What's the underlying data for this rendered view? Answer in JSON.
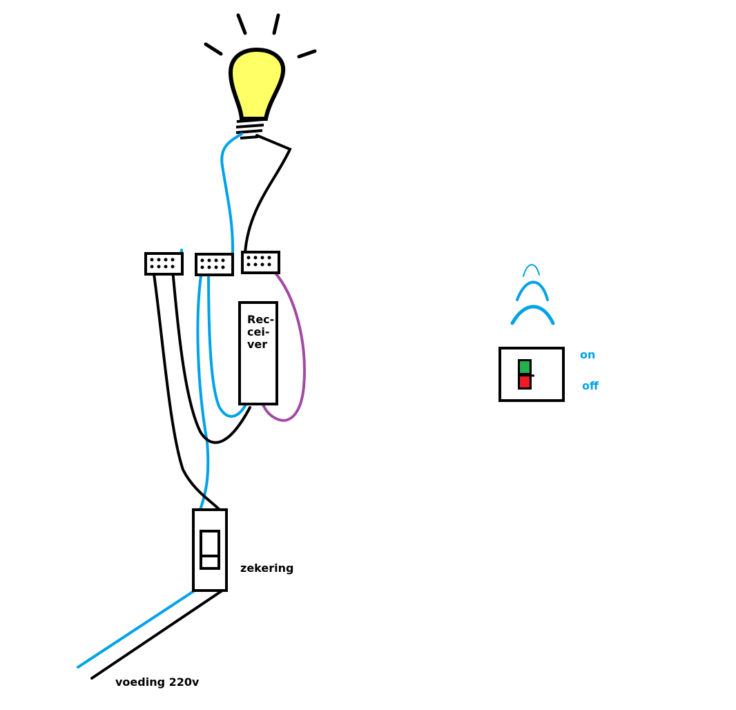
{
  "labels": {
    "receiver": [
      "Rec-",
      "cei-",
      "ver"
    ],
    "fuse": "zekering",
    "supply": "voeding 220v",
    "on": "on",
    "off": "off"
  },
  "colors": {
    "neutral_wire": "#00a2e8",
    "live_wire": "#000000",
    "switched_wire": "#a349a4",
    "bulb": "#ffff66",
    "on": "#22b14c",
    "off": "#ed1c24"
  }
}
